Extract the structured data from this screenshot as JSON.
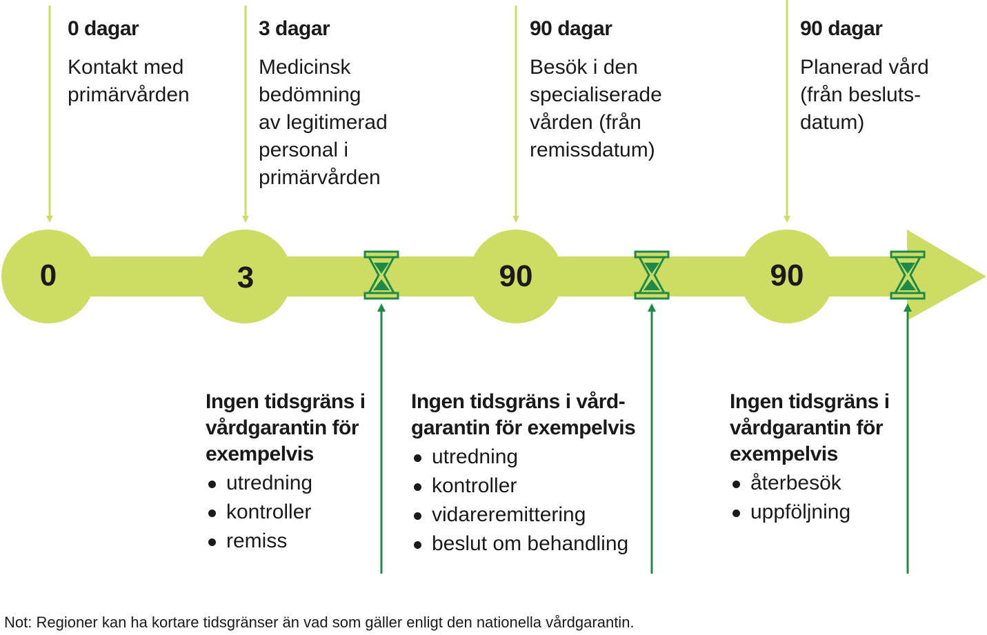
{
  "colors": {
    "lime": "#cddc63",
    "green": "#1e8a4a",
    "text": "#1a1a1a"
  },
  "nodes": [
    {
      "label": "0"
    },
    {
      "label": "3"
    },
    {
      "label": "90"
    },
    {
      "label": "90"
    }
  ],
  "milestones": [
    {
      "title": "0 dagar",
      "lines": [
        "Kontakt med",
        "primärvården"
      ]
    },
    {
      "title": "3 dagar",
      "lines": [
        "Medicinsk",
        "bedömning",
        "av legitimerad",
        "personal i",
        "primärvården"
      ]
    },
    {
      "title": "90 dagar",
      "lines": [
        "Besök i den",
        "specialiserade",
        "vården (från",
        "remissdatum)"
      ]
    },
    {
      "title": "90 dagar",
      "lines": [
        "Planerad vård",
        "(från besluts-",
        "datum)"
      ]
    }
  ],
  "notes": [
    {
      "title_lines": [
        "Ingen tidsgräns i",
        "vårdgarantin för",
        "exempelvis"
      ],
      "items": [
        "utredning",
        "kontroller",
        "remiss"
      ]
    },
    {
      "title_lines": [
        "Ingen tidsgräns i vård-",
        "garantin för exempelvis"
      ],
      "items": [
        "utredning",
        "kontroller",
        "vidareremittering",
        "beslut om behandling"
      ]
    },
    {
      "title_lines": [
        "Ingen tidsgräns i",
        "vårdgarantin för",
        "exempelvis"
      ],
      "items": [
        "återbesök",
        "uppföljning"
      ]
    }
  ],
  "footnote": "Not: Regioner kan ha kortare tidsgränser än vad som gäller enligt den nationella vårdgarantin."
}
